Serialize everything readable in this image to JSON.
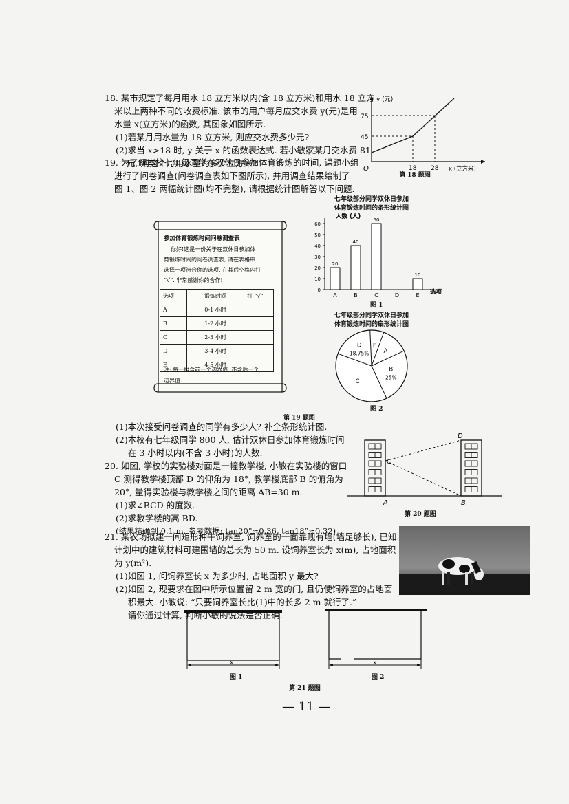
{
  "q18": {
    "lines": [
      "18. 某市规定了每月用水 18 立方米以内(含 18 立方米)和用水 18 立方",
      "米以上两种不同的收费标准. 该市的用户每月应交水费 y(元)是用",
      "水量 x(立方米)的函数, 其图象如图所示.",
      "(1)若某月用水量为 18 立方米, 则应交水费多少元?",
      "(2)求当 x>18 时, y 关于 x 的函数表达式. 若小敏家某月交水费 81",
      "元, 则这个月用水量为多少立方米?"
    ],
    "graph": {
      "y_axis_label": "y (元)",
      "x_axis_label": "x (立方米)",
      "origin": "O",
      "y_ticks": [
        "75",
        "45"
      ],
      "x_ticks": [
        "18",
        "28"
      ],
      "caption": "第 18 题图"
    }
  },
  "q19": {
    "lines": [
      "19. 为了解本校七年级同学在双休日参加体育锻炼的时间, 课题小组",
      "进行了问卷调查(问卷调查表如下图所示), 并用调查结果绘制了",
      "图 1、图 2 两幅统计图(均不完整), 请根据统计图解答以下问题."
    ],
    "survey": {
      "title": "参加体育锻炼时间问卷调查表",
      "intro": [
        "你好!这是一份关于在双休日参加体",
        "育锻炼时间的问卷调查表, 请在表格中",
        "选择一项符合你的选项, 在其后空格内打",
        "“√”. 非常感谢你的合作!"
      ],
      "headers": [
        "选项",
        "锻炼时间",
        "打 “√”"
      ],
      "rows": [
        [
          "A",
          "0-1 小时"
        ],
        [
          "B",
          "1-2 小时"
        ],
        [
          "C",
          "2-3 小时"
        ],
        [
          "D",
          "3-4 小时"
        ],
        [
          "E",
          "4-5 小时"
        ]
      ],
      "note": [
        "注: 每一组含前一个边界值, 不含后一个",
        "边界值."
      ]
    },
    "bar_title": [
      "七年级部分同学双休日参加",
      "体育锻炼时间的条形统计图"
    ],
    "bar_ylabel": "人数 (人)",
    "bar_xlabel": "选项",
    "bar_caption": "图 1",
    "pie_title": [
      "七年级部分同学双休日参加",
      "体育锻炼时间的扇形统计图"
    ],
    "pie_caption": "图 2",
    "caption": "第 19 题图",
    "questions": [
      "(1)本次接受问卷调查的同学有多少人? 补全条形统计图.",
      "(2)本校有七年级同学 800 人, 估计双休日参加体育锻炼时间",
      "在 3 小时以内(不含 3 小时)的人数."
    ]
  },
  "chart_data": [
    {
      "type": "bar",
      "title": "七年级部分同学双休日参加体育锻炼时间的条形统计图",
      "ylabel": "人数 (人)",
      "xlabel": "选项",
      "categories": [
        "A",
        "B",
        "C",
        "D",
        "E"
      ],
      "values": [
        20,
        40,
        60,
        null,
        10
      ],
      "value_labels": [
        "20",
        "40",
        "60",
        "",
        "10"
      ],
      "yticks": [
        "0",
        "10",
        "20",
        "30",
        "40",
        "50",
        "60"
      ],
      "ylim": [
        0,
        60
      ]
    },
    {
      "type": "pie",
      "title": "七年级部分同学双休日参加体育锻炼时间的扇形统计图",
      "slices": [
        {
          "label": "A",
          "pct": "",
          "value": 12.5
        },
        {
          "label": "B",
          "pct": "25%",
          "value": 25
        },
        {
          "label": "C",
          "pct": "",
          "value": 37.5
        },
        {
          "label": "D",
          "pct": "18.75%",
          "value": 18.75
        },
        {
          "label": "E",
          "pct": "",
          "value": 6.25
        }
      ]
    }
  ],
  "q20": {
    "lines": [
      "20. 如图, 学校的实验楼对面是一幢教学楼, 小敏在实验楼的窗口",
      "C 测得教学楼顶部 D 的仰角为 18°, 教学楼底部 B 的俯角为",
      "20°, 量得实验楼与教学楼之间的距离 AB=30 m.",
      "(1)求∠BCD 的度数.",
      "(2)求教学楼的高 BD.",
      "(结果精确到 0.1 m. 参考数据: tan20°≈0.36, tan18°≈0.32)"
    ],
    "labels": {
      "C": "C",
      "D": "D",
      "A": "A",
      "B": "B"
    },
    "caption": "第 20 题图"
  },
  "q21": {
    "lines": [
      "21. 某农场拟建一间矩形种牛饲养室, 饲养室的一面靠现有墙(墙足够长), 已知",
      "计划中的建筑材料可建围墙的总长为 50 m. 设饲养室长为 x(m), 占地面积",
      "为 y(m²).",
      "(1)如图 1, 问饲养室长 x 为多少时, 占地面积 y 最大?",
      "(2)如图 2, 现要求在图中所示位置留 2 m 宽的门, 且仍使饲养室的占地面",
      "积最大. 小敏说: “只要饲养室长比(1)中的长多 2 m 就行了.”",
      "请你通过计算, 判断小敏的说法是否正确."
    ],
    "fig1_label": "x",
    "fig2_label": "x",
    "fig1_caption": "图 1",
    "fig2_caption": "图 2",
    "caption": "第 21 题图"
  },
  "page_number": "— 11 —"
}
